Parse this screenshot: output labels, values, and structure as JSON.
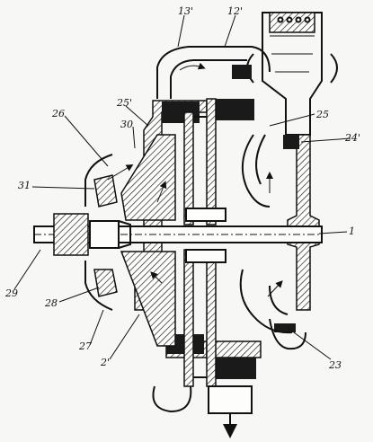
{
  "labels": {
    "l13p": "13'",
    "l12p": "12'",
    "l25p": "25'",
    "l25": "25",
    "l30": "30",
    "l26": "26",
    "l24p": "24'",
    "l31": "31",
    "l1": "1",
    "l29": "29",
    "l28": "28",
    "l27": "27",
    "l2p": "2'",
    "l23": "23"
  }
}
